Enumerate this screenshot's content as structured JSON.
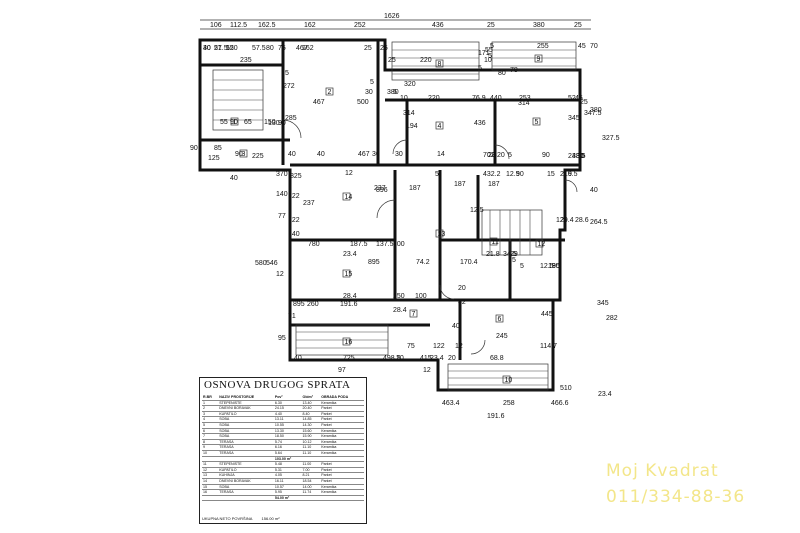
{
  "top_dims": {
    "overall": "1626",
    "segments": [
      "106",
      "112.5",
      "162.5",
      "162",
      "252",
      "436",
      "25",
      "380",
      "25"
    ]
  },
  "dims": [
    "40",
    "57.5",
    "120",
    "57.5",
    "80",
    "75",
    "162",
    "25",
    "467",
    "25",
    "220",
    "10",
    "80",
    "25",
    "55",
    "5",
    "171",
    "5",
    "5",
    "78",
    "255",
    "45",
    "70",
    "235",
    "272",
    "5",
    "467",
    "500",
    "5",
    "30",
    "380",
    "5",
    "10",
    "220",
    "76.9",
    "320",
    "440",
    "253",
    "52",
    "45",
    "25",
    "347.5",
    "285",
    "130",
    "90",
    "90",
    "225",
    "150",
    "55",
    "90",
    "65",
    "85",
    "90",
    "125",
    "40",
    "40",
    "467",
    "30",
    "30",
    "14",
    "436",
    "314",
    "194",
    "314",
    "345",
    "380",
    "327.5",
    "702",
    "20",
    "5",
    "20",
    "5",
    "90",
    "243.5",
    "380",
    "10",
    "40",
    "370",
    "12",
    "896",
    "187",
    "825",
    "5",
    "432.2",
    "12.5",
    "90",
    "15",
    "216.5",
    "9",
    "40",
    "140",
    "122",
    "237",
    "237",
    "187",
    "187",
    "12.5",
    "77",
    "122",
    "12",
    "29.4",
    "28.6",
    "264.5",
    "140",
    "12",
    "546",
    "580",
    "780",
    "187.5",
    "137.5",
    "100",
    "23.4",
    "895",
    "74.2",
    "170.4",
    "21.8",
    "34.5",
    "29",
    "5",
    "5",
    "12.5",
    "180",
    "95",
    "20",
    "250",
    "100",
    "28.4",
    "191.6",
    "28.4",
    "260",
    "895",
    "71",
    "40",
    "12",
    "245",
    "114.7",
    "445",
    "68.8",
    "82",
    "345",
    "282",
    "40",
    "725",
    "498.5",
    "20",
    "415",
    "23.4",
    "20",
    "95",
    "122",
    "75",
    "12",
    "97",
    "258",
    "191.6",
    "463.4",
    "466.6",
    "510",
    "23.4",
    "30",
    "21",
    "55"
  ],
  "room_numbers": [
    "1",
    "2",
    "3",
    "4",
    "5",
    "6",
    "7",
    "8",
    "9",
    "10",
    "11",
    "12",
    "13",
    "14",
    "15",
    "16"
  ],
  "legend": {
    "title": "OSNOVA DRUGOG SPRATA",
    "headers": [
      "R.BR",
      "NAZIV PROSTORIJE",
      "Pov²",
      "Obim²",
      "OBRADA PODA"
    ],
    "rows": [
      [
        "1",
        "STEPENISTE",
        "6.30",
        "13.40",
        "Keramika"
      ],
      [
        "2",
        "DNEVNI BORAVAK",
        "24.15",
        "20.40",
        "Parket"
      ],
      [
        "3",
        "KUPATILO",
        "4.40",
        "8.40",
        "Parket"
      ],
      [
        "4",
        "SOBA",
        "13.11",
        "14.85",
        "Parket"
      ],
      [
        "5",
        "SOBA",
        "10.55",
        "14.30",
        "Parket"
      ],
      [
        "6",
        "SOBA",
        "13.30",
        "15.60",
        "Keramika"
      ],
      [
        "7",
        "SOBA",
        "18.50",
        "15.90",
        "Keramika"
      ],
      [
        "8",
        "TERASA",
        "5.74",
        "10.12",
        "Keramika"
      ],
      [
        "9",
        "TERASA",
        "6.16",
        "11.10",
        "Keramika"
      ],
      [
        "10",
        "TERASA",
        "5.64",
        "11.10",
        "Keramika"
      ]
    ],
    "subtotal1": "103.00 m²",
    "rows2": [
      [
        "11",
        "STEPENISTE",
        "5.48",
        "11.00",
        "Parket"
      ],
      [
        "12",
        "KUPATILO",
        "5.31",
        "7.00",
        "Parket"
      ],
      [
        "13",
        "KUHINJA",
        "4.05",
        "8.21",
        "Parket"
      ],
      [
        "14",
        "DNEVNI BORAVAK",
        "16.11",
        "18.54",
        "Parket"
      ],
      [
        "15",
        "SOBA",
        "10.57",
        "14.00",
        "Keramika"
      ],
      [
        "16",
        "TERASA",
        "5.95",
        "11.74",
        "Keramika"
      ]
    ],
    "subtotal2": "54.00 m²",
    "total_label": "UKUPNA NETO POVRŠINA",
    "total": "156.00 m²"
  },
  "watermark": {
    "line1": "Moj Kvadrat",
    "line2": "011/334-88-36",
    "color": "#f3e68a"
  }
}
